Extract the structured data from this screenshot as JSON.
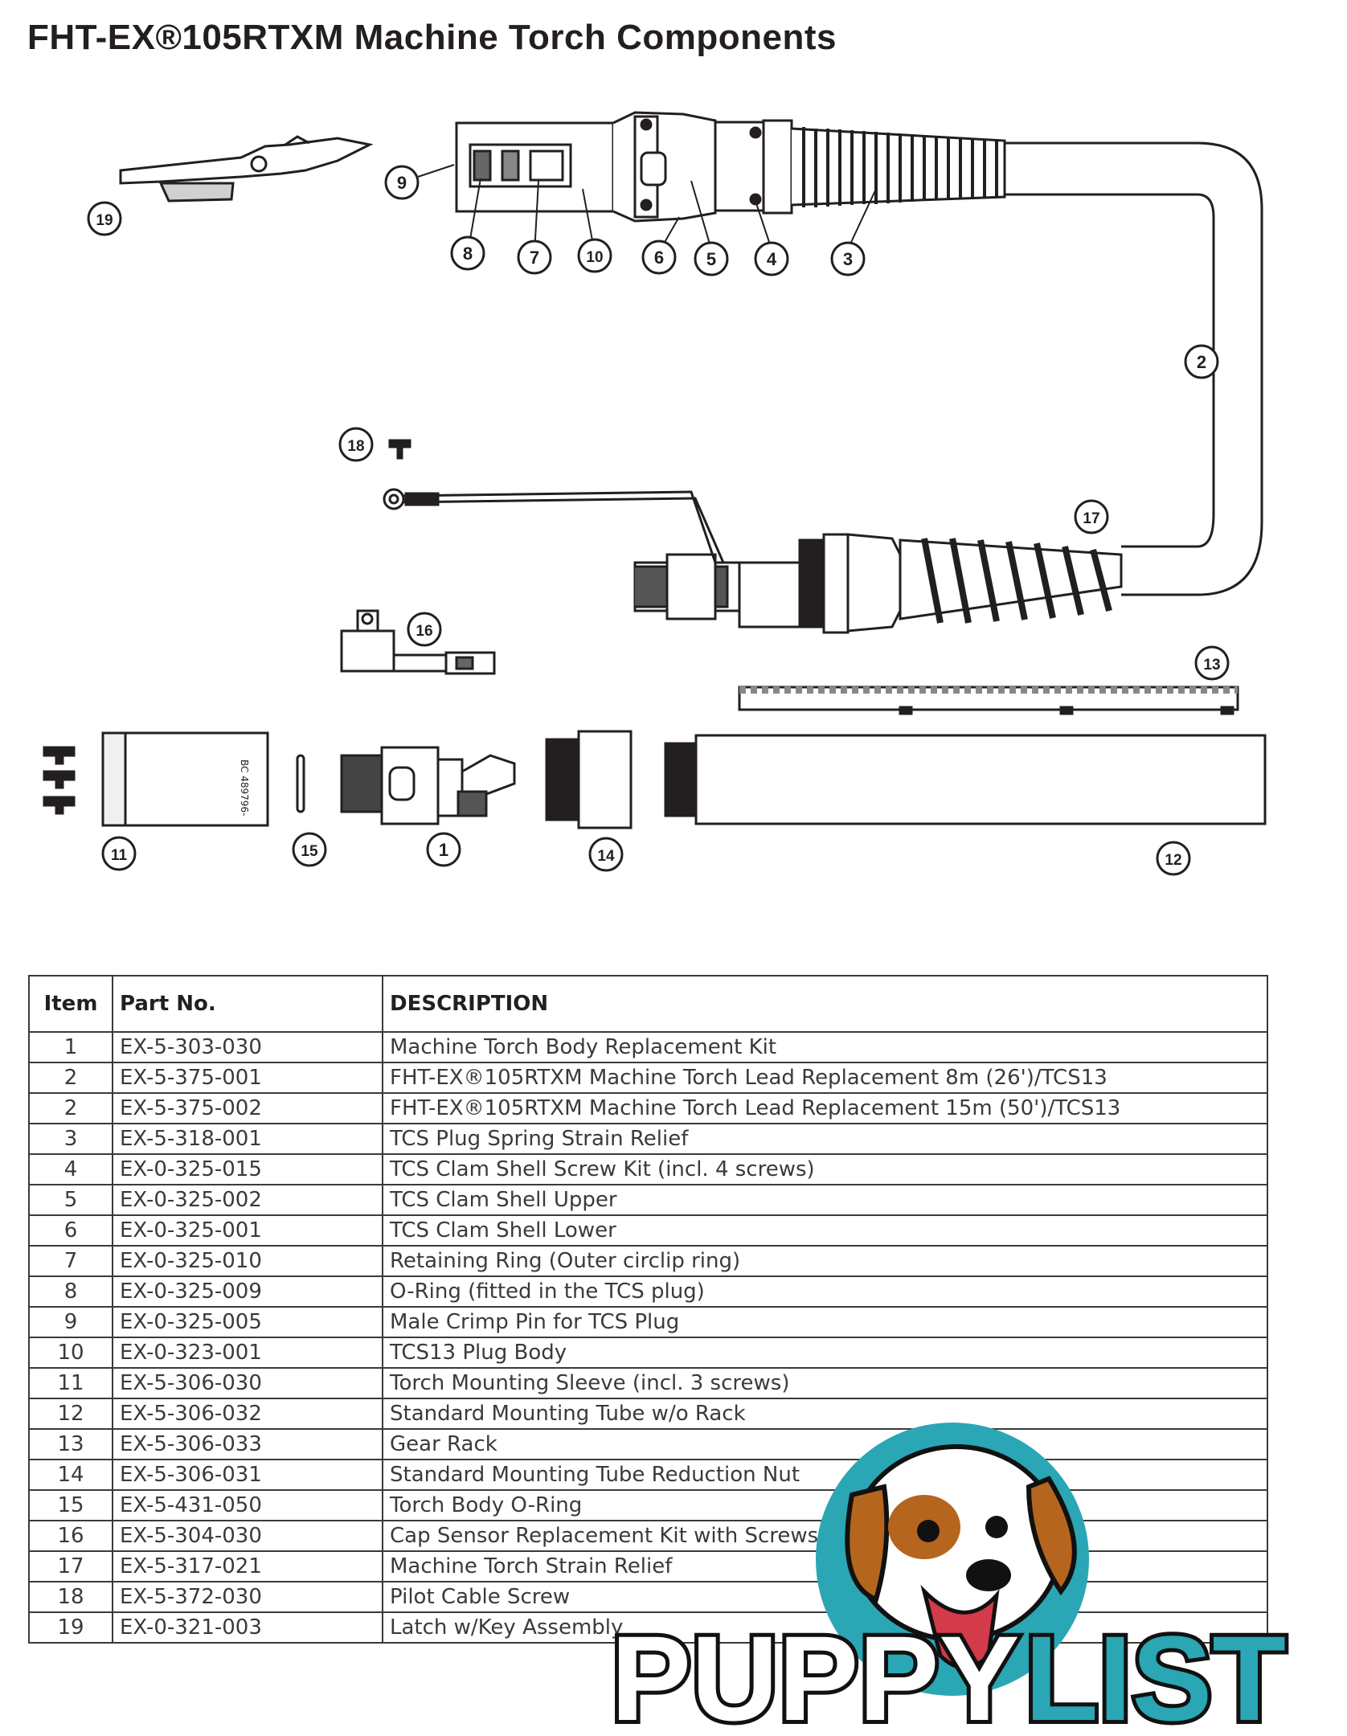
{
  "title": "FHT-EX®105RTXM Machine Torch Components",
  "callouts": [
    "1",
    "2",
    "3",
    "4",
    "5",
    "6",
    "7",
    "8",
    "9",
    "10",
    "11",
    "12",
    "13",
    "14",
    "15",
    "16",
    "17",
    "18",
    "19"
  ],
  "sleeve_marking": "BC 489796-",
  "table": {
    "headers": [
      "Item",
      "Part No.",
      "DESCRIPTION"
    ],
    "rows": [
      {
        "item": "1",
        "part": "EX-5-303-030",
        "desc": "Machine Torch Body Replacement Kit"
      },
      {
        "item": "2",
        "part": "EX-5-375-001",
        "desc": "FHT-EX®105RTXM Machine Torch Lead Replacement 8m (26')/TCS13"
      },
      {
        "item": "2",
        "part": "EX-5-375-002",
        "desc": "FHT-EX®105RTXM Machine Torch Lead Replacement 15m (50')/TCS13"
      },
      {
        "item": "3",
        "part": "EX-5-318-001",
        "desc": "TCS Plug Spring Strain Relief"
      },
      {
        "item": "4",
        "part": "EX-0-325-015",
        "desc": "TCS Clam Shell Screw Kit (incl. 4 screws)"
      },
      {
        "item": "5",
        "part": "EX-0-325-002",
        "desc": "TCS Clam Shell Upper"
      },
      {
        "item": "6",
        "part": "EX-0-325-001",
        "desc": "TCS Clam Shell Lower"
      },
      {
        "item": "7",
        "part": "EX-0-325-010",
        "desc": "Retaining Ring (Outer circlip ring)"
      },
      {
        "item": "8",
        "part": "EX-0-325-009",
        "desc": "O-Ring (fitted in the TCS plug)"
      },
      {
        "item": "9",
        "part": "EX-0-325-005",
        "desc": "Male Crimp Pin for TCS Plug"
      },
      {
        "item": "10",
        "part": "EX-0-323-001",
        "desc": "TCS13 Plug Body"
      },
      {
        "item": "11",
        "part": "EX-5-306-030",
        "desc": "Torch Mounting Sleeve (incl. 3 screws)"
      },
      {
        "item": "12",
        "part": "EX-5-306-032",
        "desc": "Standard Mounting Tube w/o Rack"
      },
      {
        "item": "13",
        "part": "EX-5-306-033",
        "desc": "Gear Rack"
      },
      {
        "item": "14",
        "part": "EX-5-306-031",
        "desc": "Standard Mounting Tube Reduction Nut"
      },
      {
        "item": "15",
        "part": "EX-5-431-050",
        "desc": "Torch Body O-Ring"
      },
      {
        "item": "16",
        "part": "EX-5-304-030",
        "desc": "Cap Sensor Replacement Kit with Screws"
      },
      {
        "item": "17",
        "part": "EX-5-317-021",
        "desc": "Machine Torch Strain Relief"
      },
      {
        "item": "18",
        "part": "EX-5-372-030",
        "desc": "Pilot Cable Screw"
      },
      {
        "item": "19",
        "part": "EX-0-321-003",
        "desc": "Latch w/Key Assembly"
      }
    ]
  },
  "logo": {
    "text_a": "PUPPY",
    "text_b": "LIST",
    "colors": {
      "accent": "#2aa6b4",
      "dark": "#111111",
      "dog_brown": "#b5651d"
    }
  }
}
